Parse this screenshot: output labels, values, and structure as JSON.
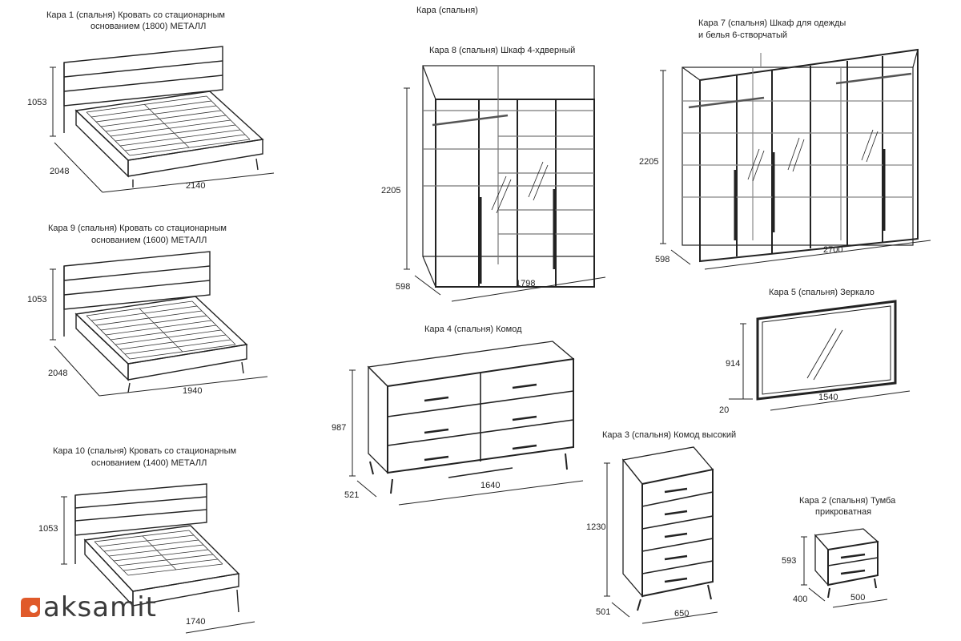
{
  "page_title": "Кара (спальня)",
  "colors": {
    "line": "#222222",
    "logo_accent": "#e05a2a",
    "logo_text": "#3a3a3a"
  },
  "items": {
    "bed1800": {
      "title1": "Кара 1 (спальня) Кровать со стационарным",
      "title2": "основанием (1800) МЕТАЛЛ",
      "height": "1053",
      "depth": "2048",
      "width": "2140"
    },
    "bed1600": {
      "title1": "Кара 9 (спальня) Кровать со стационарным",
      "title2": "основанием (1600) МЕТАЛЛ",
      "height": "1053",
      "depth": "2048",
      "width": "1940"
    },
    "bed1400": {
      "title1": "Кара 10 (спальня) Кровать со стационарным",
      "title2": "основанием (1400) МЕТАЛЛ",
      "height": "1053",
      "width": "1740"
    },
    "wardrobe4": {
      "title": "Кара 8 (спальня) Шкаф 4-хдверный",
      "height": "2205",
      "depth": "598",
      "width": "1798"
    },
    "wardrobe6": {
      "title1": "Кара 7 (спальня) Шкаф для одежды",
      "title2": "и белья 6-створчатый",
      "height": "2205",
      "depth": "598",
      "width": "2700"
    },
    "dresser": {
      "title": "Кара 4 (спальня) Комод",
      "height": "987",
      "depth": "521",
      "width": "1640"
    },
    "mirror": {
      "title": "Кара 5 (спальня) Зеркало",
      "height": "914",
      "depth": "20",
      "width": "1540"
    },
    "tallchest": {
      "title": "Кара 3 (спальня) Комод высокий",
      "height": "1230",
      "depth": "501",
      "width": "650"
    },
    "nightstand": {
      "title1": "Кара 2 (спальня) Тумба",
      "title2": "прикроватная",
      "height": "593",
      "depth": "400",
      "width": "500"
    }
  },
  "logo": {
    "text": "aksamit",
    "icon": "aksamit-logo-icon"
  }
}
